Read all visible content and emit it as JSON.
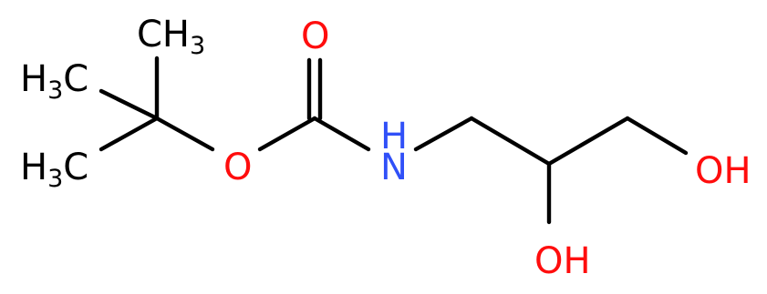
{
  "colors": {
    "carbon": "#000000",
    "oxygen": "#ff0d0d",
    "nitrogen": "#3050f8",
    "background": "#ffffff"
  },
  "atoms": {
    "ch3_top": {
      "main": "CH",
      "sub": "3"
    },
    "ch3_left_upper": {
      "main": "H",
      "sub": "3",
      "tail": "C"
    },
    "ch3_left_lower": {
      "main": "H",
      "sub": "3",
      "tail": "C"
    },
    "carbonyl_o": "O",
    "ester_o": "O",
    "amine": "N",
    "amine_h": "H",
    "oh_bottom": "OH",
    "oh_right": "OH"
  }
}
